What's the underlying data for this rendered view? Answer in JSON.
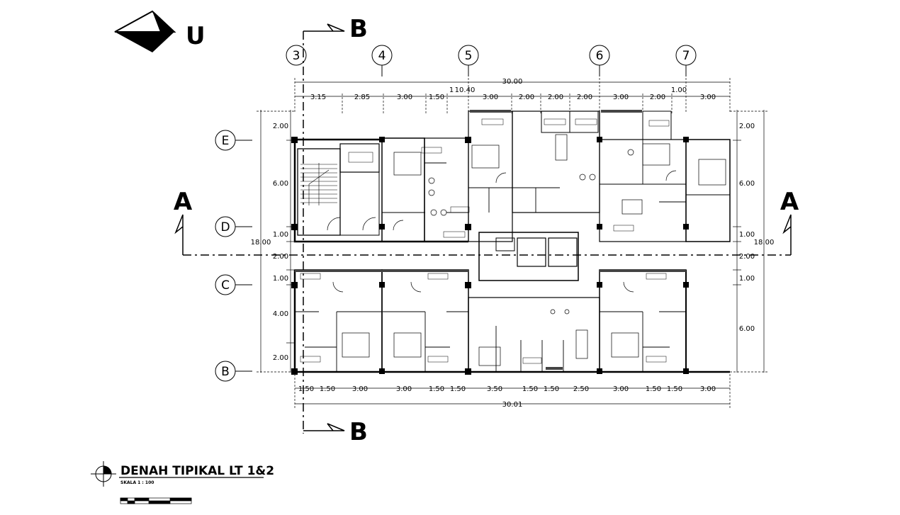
{
  "north": {
    "label": "U"
  },
  "section_a": {
    "label": "A"
  },
  "section_b": {
    "label": "B"
  },
  "grid_columns": [
    "3",
    "4",
    "5",
    "6",
    "7"
  ],
  "grid_rows": [
    "E",
    "D",
    "C",
    "B"
  ],
  "dims": {
    "top_total": "30.00",
    "top_upper_pair": [
      "1",
      "10.40"
    ],
    "top_upper_single": "1.00",
    "top_segments": [
      "3.15",
      "2.85",
      "3.00",
      "1.50",
      "3.00",
      "2.00",
      "2.00",
      "2.00",
      "3.00",
      "2.00",
      "3.00"
    ],
    "bottom_segments": [
      "1.50",
      "1.50",
      "3.00",
      "3.00",
      "1.50",
      "1.50",
      "3.50",
      "1.50",
      "1.50",
      "2.50",
      "3.00",
      "1.50",
      "1.50",
      "3.00"
    ],
    "bottom_total": "30.01",
    "left_segments": [
      "2.00",
      "6.00",
      "1.00",
      "2.00",
      "1.00",
      "4.00",
      "2.00"
    ],
    "left_total": "18.00",
    "right_segments": [
      "2.00",
      "6.00",
      "1.00",
      "2.00",
      "1.00",
      "6.00"
    ],
    "right_total": "18.00"
  },
  "title": "DENAH TIPIKAL LT 1&2",
  "scale_label": "SKALA 1 : 100"
}
